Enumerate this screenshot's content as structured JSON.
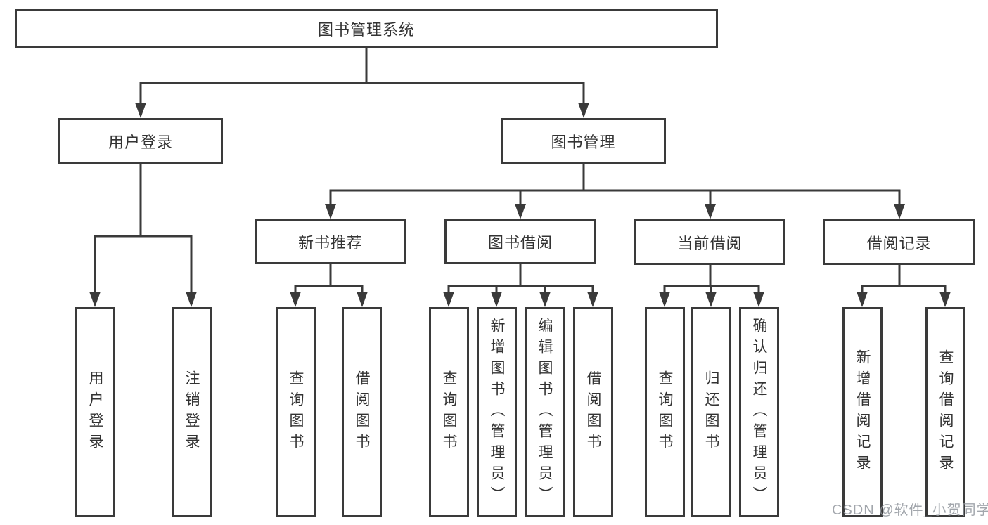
{
  "diagram": {
    "title_node": "图书管理系统",
    "level1": [
      {
        "label": "用户登录"
      },
      {
        "label": "图书管理"
      }
    ],
    "level2": [
      {
        "label": "新书推荐"
      },
      {
        "label": "图书借阅"
      },
      {
        "label": "当前借阅"
      },
      {
        "label": "借阅记录"
      }
    ],
    "leaves": [
      {
        "label": "用户登录"
      },
      {
        "label": "注销登录"
      },
      {
        "label": "查询图书"
      },
      {
        "label": "借阅图书"
      },
      {
        "label": "查询图书"
      },
      {
        "label": "新增图书（管理员）"
      },
      {
        "label": "编辑图书（管理员）"
      },
      {
        "label": "借阅图书"
      },
      {
        "label": "查询图书"
      },
      {
        "label": "归还图书"
      },
      {
        "label": "确认归还（管理员）"
      },
      {
        "label": "新增借阅记录"
      },
      {
        "label": "查询借阅记录"
      }
    ]
  },
  "watermark": "CSDN @软件_小贺同学",
  "colors": {
    "line": "#3a3a3a",
    "text": "#333333",
    "background": "#ffffff",
    "watermark": "#92969e"
  }
}
